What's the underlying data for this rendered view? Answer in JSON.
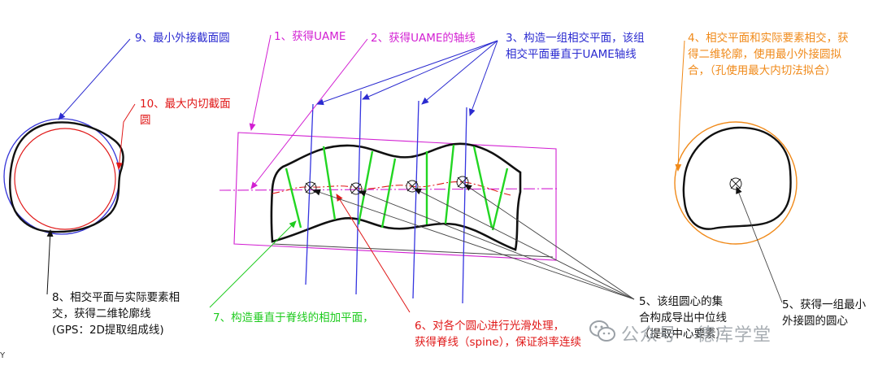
{
  "labels": {
    "l9": "9、最小外接截面圆",
    "l10a": "10、最大内切截面",
    "l10b": "圆",
    "l1": "1、获得UAME",
    "l2": "2、获得UAME的轴线",
    "l3a": "3、构造一组相交平面，该组",
    "l3b": "相交平面垂直于UAME轴线",
    "l4a": "4、相交平面和实际要素相交，获",
    "l4b": "得二维轮廓，使用最小外接圆拟",
    "l4c": "合，（孔使用最大内切法拟合）",
    "l8a": "8、相交平面与实际要素相",
    "l8b": "交，获得二维轮廓线",
    "l8c": "(GPS：2D提取组成线)",
    "l7": "7、构造垂直于脊线的相加平面，",
    "l6a": "6、对各个圆心进行光滑处理，",
    "l6b": "获得脊线（spine），保证斜率连续",
    "l5ma": "5、该组圆心的集",
    "l5mb": "合构成导出中位线",
    "l5mc": "（提取中心要素）",
    "l5ra": "5、获得一组最小",
    "l5rb": "外接圆的圆心"
  },
  "watermark": {
    "text": "公众号 · 德库学堂"
  },
  "edge_text": "Y",
  "colors": {
    "blue": "#2b2bd0",
    "magenta": "#d21fd2",
    "red": "#e01818",
    "orange": "#f08a1a",
    "green": "#1ecb1e",
    "black": "#111111"
  }
}
